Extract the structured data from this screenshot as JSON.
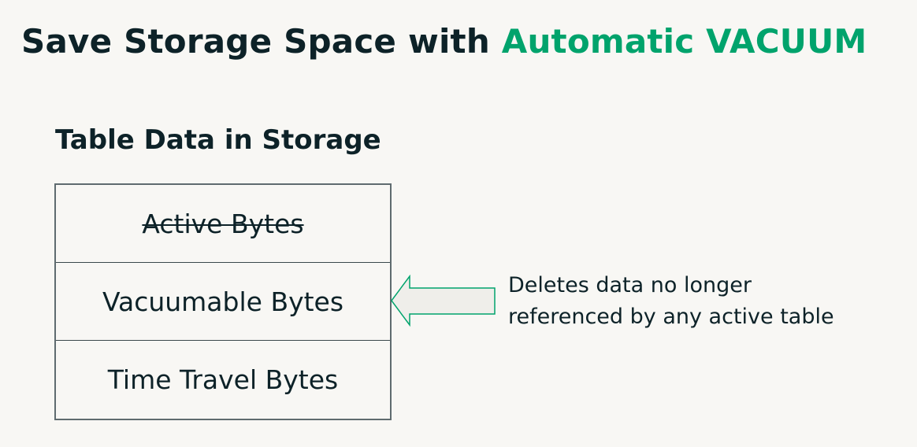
{
  "title": {
    "main": "Save Storage Space with ",
    "accent": "Automatic VACUUM",
    "accent_color": "#00a36c"
  },
  "subtitle": "Table Data in Storage",
  "storage_stack": [
    {
      "label": "Active Bytes",
      "struck_through": true
    },
    {
      "label": "Vacuumable Bytes",
      "struck_through": false
    },
    {
      "label": "Time Travel Bytes",
      "struck_through": false
    }
  ],
  "arrow": {
    "direction": "left",
    "points_to": "Vacuumable Bytes",
    "stroke_color": "#00a36c"
  },
  "note": {
    "line1": "Deletes data no longer",
    "line2": "referenced by any active table"
  }
}
